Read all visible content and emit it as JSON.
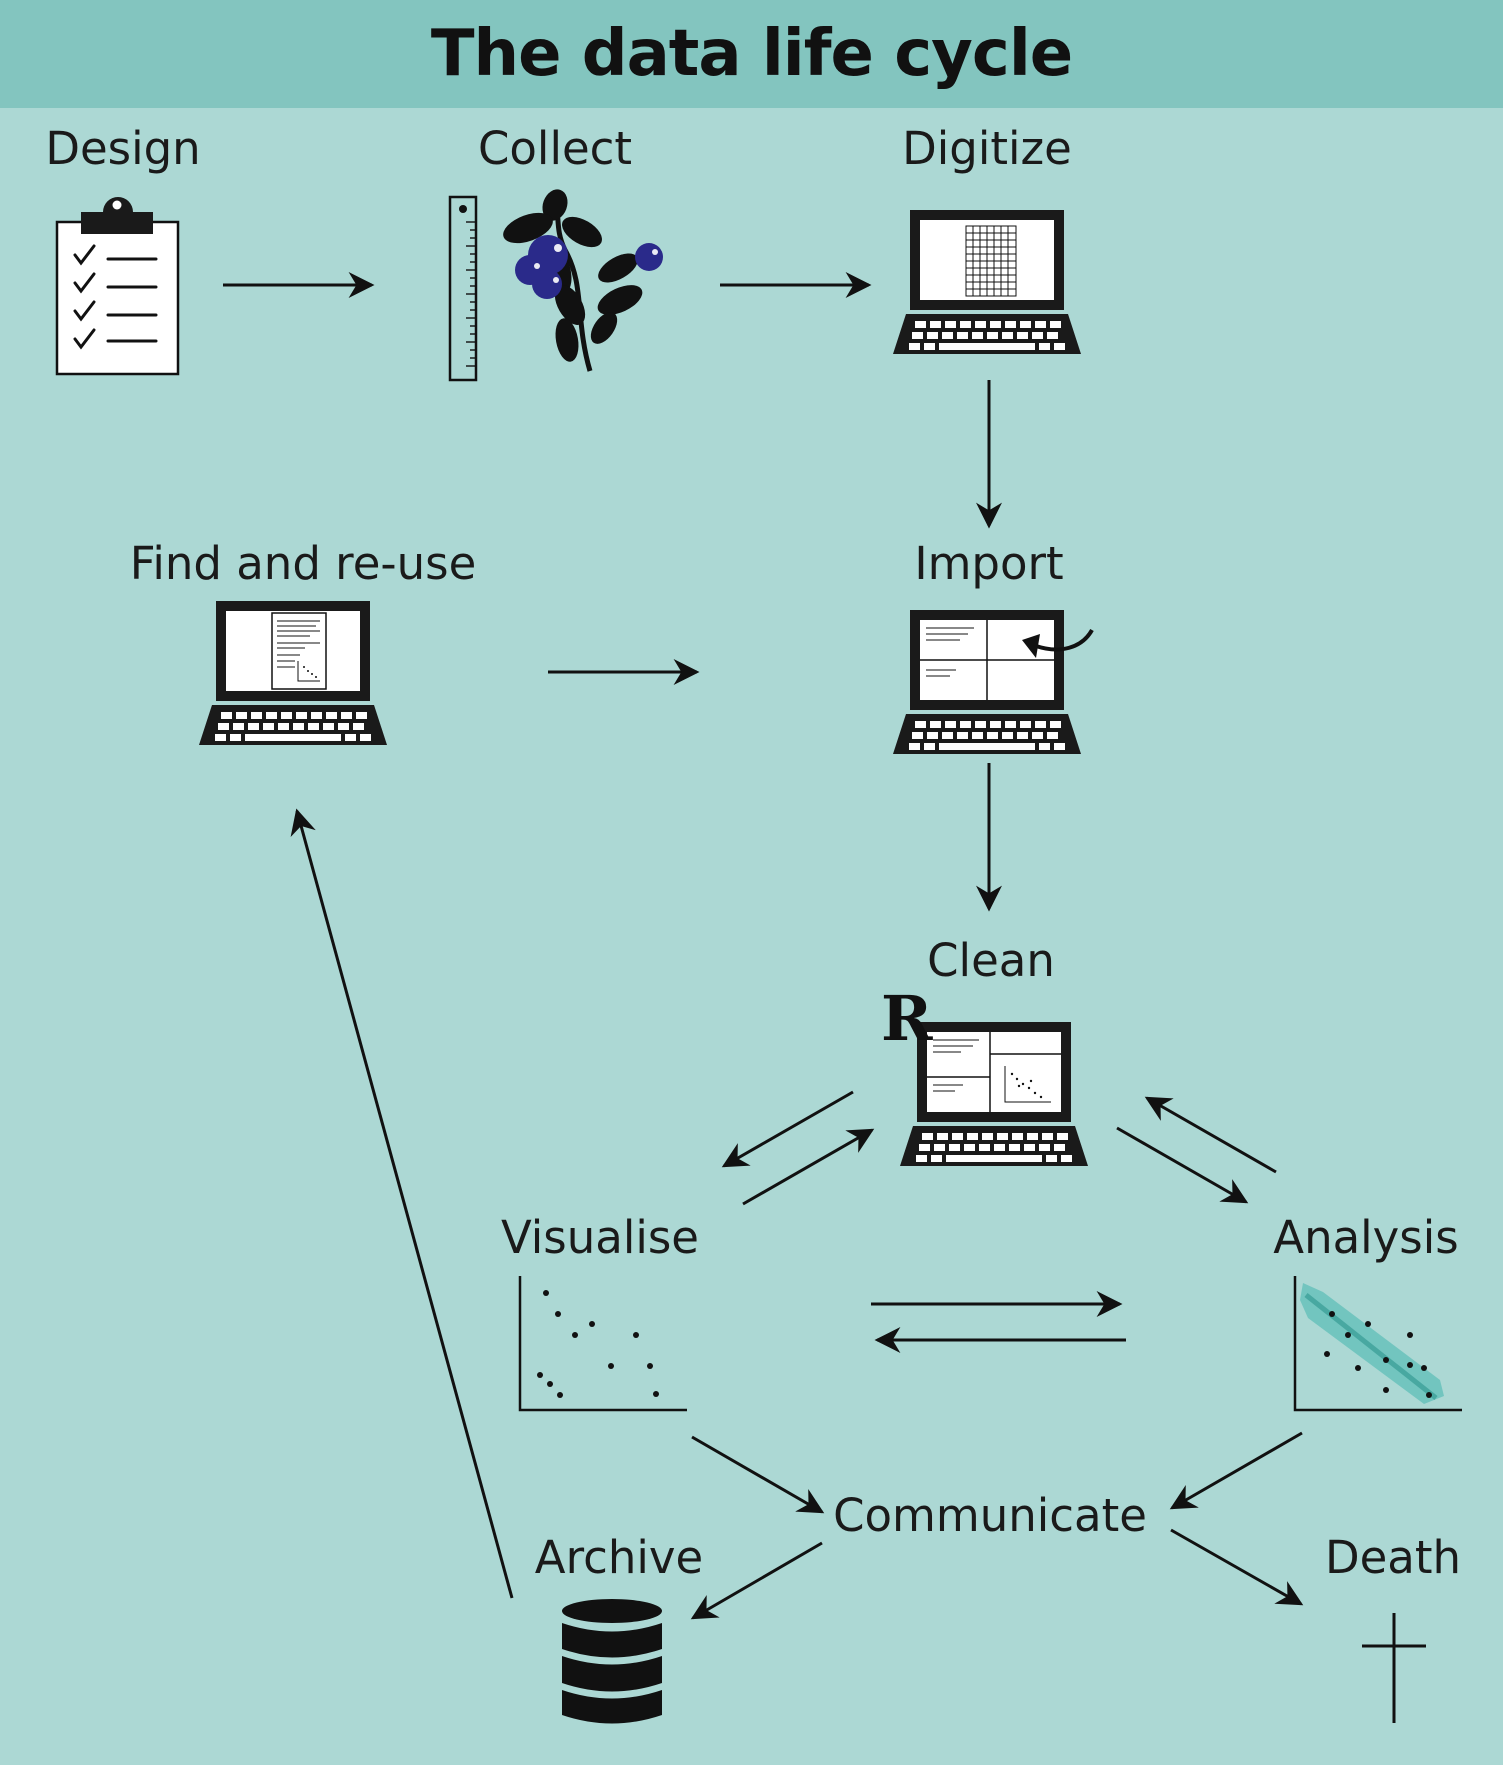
{
  "title": "The data life cycle",
  "stages": {
    "design": "Design",
    "collect": "Collect",
    "digitize": "Digitize",
    "find_reuse": "Find and re-use",
    "import": "Import",
    "clean": "Clean",
    "visualise": "Visualise",
    "analysis": "Analysis",
    "communicate": "Communicate",
    "archive": "Archive",
    "death": "Death"
  },
  "clean_badge": "R",
  "colors": {
    "background": "#acd8d4",
    "header": "#83c5bf",
    "berry": "#2a2a8a",
    "confidence_band": "#5fbfb8"
  },
  "icons": {
    "design": "clipboard-checklist-icon",
    "collect": "ruler-and-blueberry-plant-icon",
    "digitize": "laptop-grid-icon",
    "find_reuse": "laptop-document-icon",
    "import": "laptop-import-icon",
    "clean": "laptop-r-icon",
    "visualise": "scatter-plot-icon",
    "analysis": "regression-plot-icon",
    "archive": "database-icon",
    "death": "cross-icon"
  }
}
